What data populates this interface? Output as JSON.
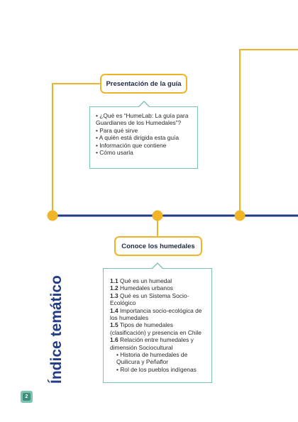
{
  "sections": [
    {
      "title": "Presentación de la guía",
      "items": [
        {
          "number": "",
          "text": "• ¿Qué es “HumeLab: La guía para Guardianes de los Humedales”?"
        },
        {
          "number": "",
          "text": "• Para qué sirve"
        },
        {
          "number": "",
          "text": "• A quién está dirigida esta guía"
        },
        {
          "number": "",
          "text": "• Información que contiene"
        },
        {
          "number": "",
          "text": "• Cómo usarla"
        }
      ]
    },
    {
      "title": "Conoce los humedales",
      "items": [
        {
          "number": "1.1",
          "text": "Qué es un humedal"
        },
        {
          "number": "1.2",
          "text": "Humedales urbanos"
        },
        {
          "number": "1.3",
          "text": "Qué es un Sistema Socio-Ecológico"
        },
        {
          "number": "1.4",
          "text": "Importancia socio-ecológica de los humedales"
        },
        {
          "number": "1.5",
          "text": "Tipos de humedales (clasificación) y presencia en Chile"
        },
        {
          "number": "1.6",
          "text": "Relación entre humedales y dimensión Sociocultural"
        },
        {
          "number": "",
          "text": "• Historia de humedales de Quilicura y Peñaflor",
          "sub": true
        },
        {
          "number": "",
          "text": "• Rol de los pueblos indígenas",
          "sub": true
        }
      ]
    }
  ],
  "vertical_title": "Índice temático",
  "page_number": "2",
  "colors": {
    "timeline": "#233c8a",
    "connector": "#f0b429",
    "card_border": "#7cc3b3",
    "title": "#233c8a"
  }
}
